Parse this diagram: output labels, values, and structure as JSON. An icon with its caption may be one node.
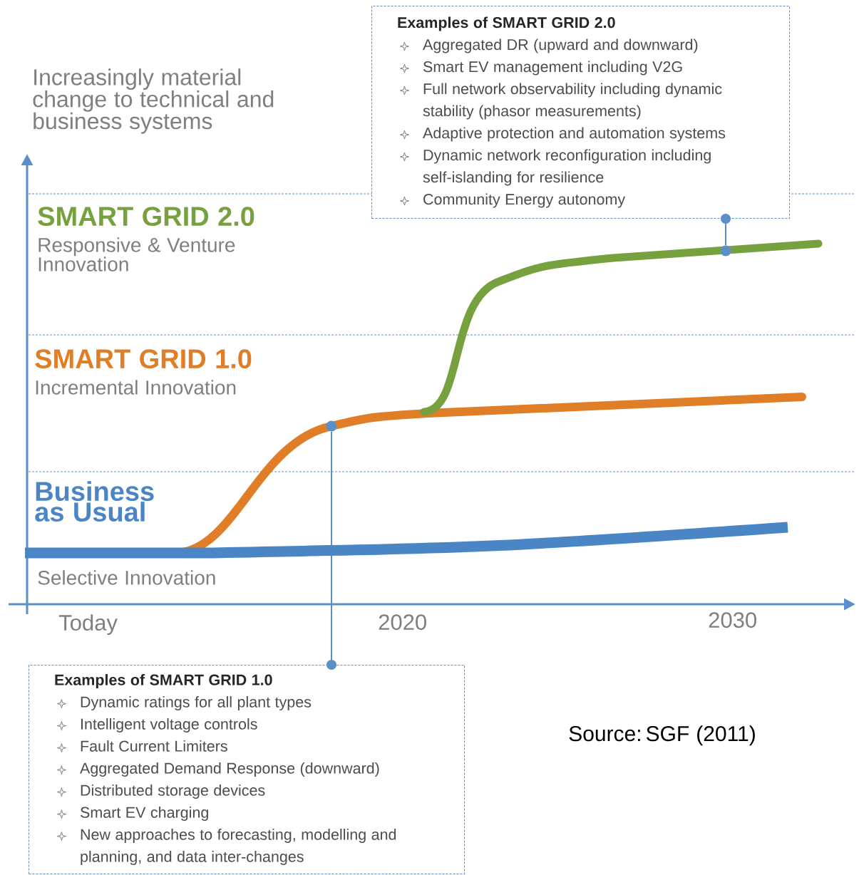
{
  "diagram": {
    "nodes": [
      {
        "text": [
          "Examples of SMART GRID 2.0",
          "Aggregated DR (upward and downward)",
          "Smart EV management including V2G",
          "Full network observability including dynamic stability (phasor measurements)",
          "Adaptive protection and automation systems",
          "Dynamic network reconfiguration including self-islanding for resilience",
          "Community Energy autonomy"
        ]
      },
      {
        "text": [],
        "shape": "circle"
      },
      {
        "text": [],
        "shape": "circle"
      },
      {
        "text": [
          "Examples of SMART GRID 1.0",
          "Dynamic ratings for all plant types",
          "Intelligent voltage controls",
          "Fault Current Limiters",
          "Aggregated Demand Response (downward)",
          "Distributed storage devices",
          "Smart EV charging",
          "New approaches to forecasting, modelling and planning, and data inter-changes"
        ]
      }
    ],
    "edges": [
      {
        "from": 0,
        "to": 1,
        "arrow": "other"
      },
      {
        "from": 3,
        "to": 2,
        "arrow": "other"
      }
    ],
    "labels": [
      "Increasingly material change to technical and business systems",
      "SMART GRID 2.0",
      "Responsive & Venture Innovation",
      "SMART GRID 1.0",
      "Incremental Innovation",
      "Business as Usual",
      "Selective Innovation",
      "Today",
      "2020",
      "2030",
      "Source: SGF (2011)"
    ]
  }
}
